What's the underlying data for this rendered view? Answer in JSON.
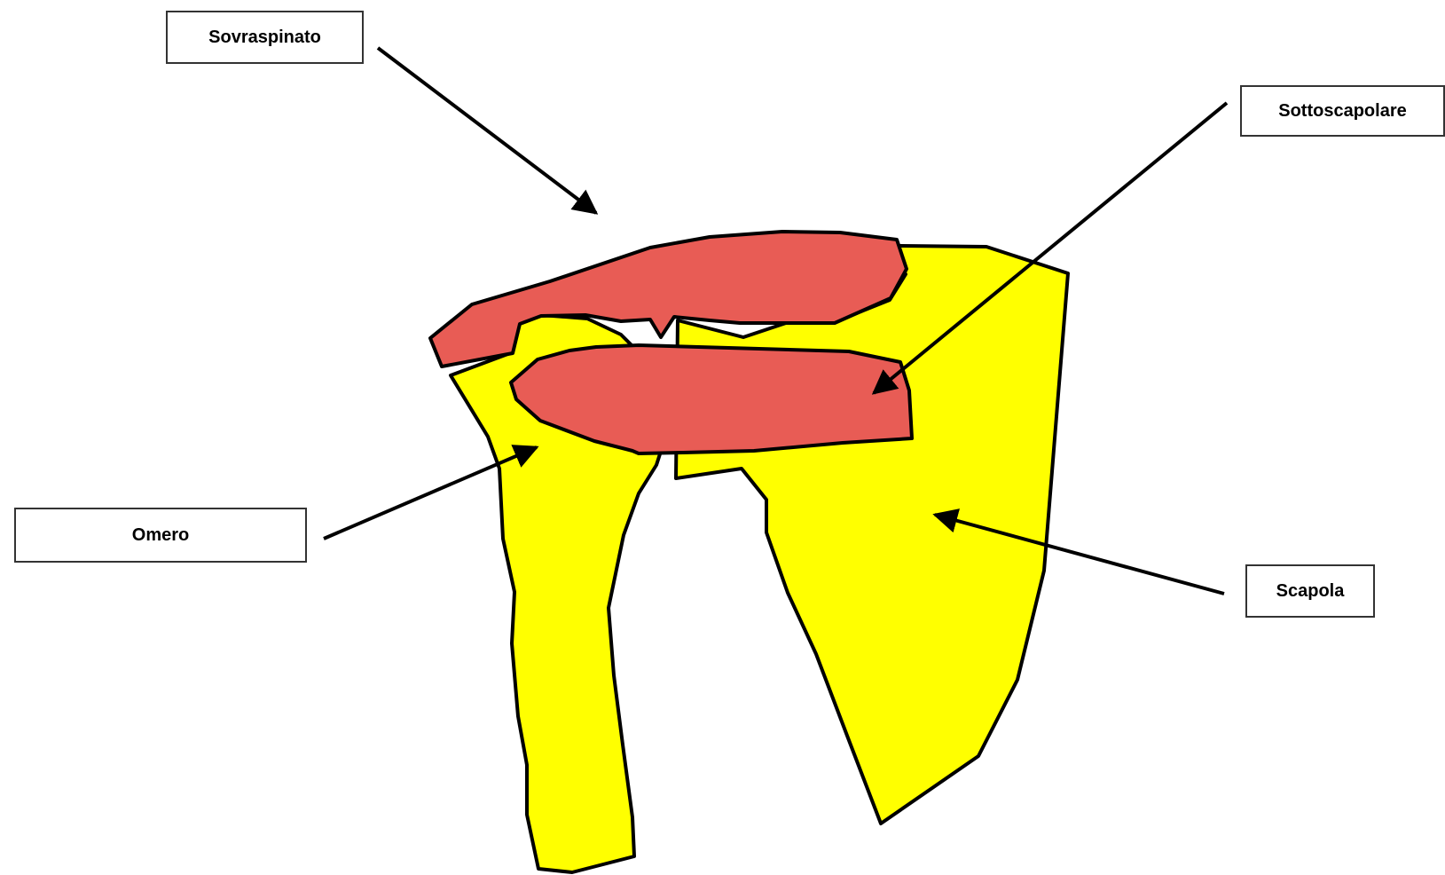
{
  "labels": {
    "sovraspinato": "Sovraspinato",
    "sottoscapolare": "Sottoscapolare",
    "omero": "Omero",
    "scapola": "Scapola"
  },
  "colors": {
    "bone": "#ffff00",
    "muscle": "#e85c55",
    "outline": "#000000"
  }
}
